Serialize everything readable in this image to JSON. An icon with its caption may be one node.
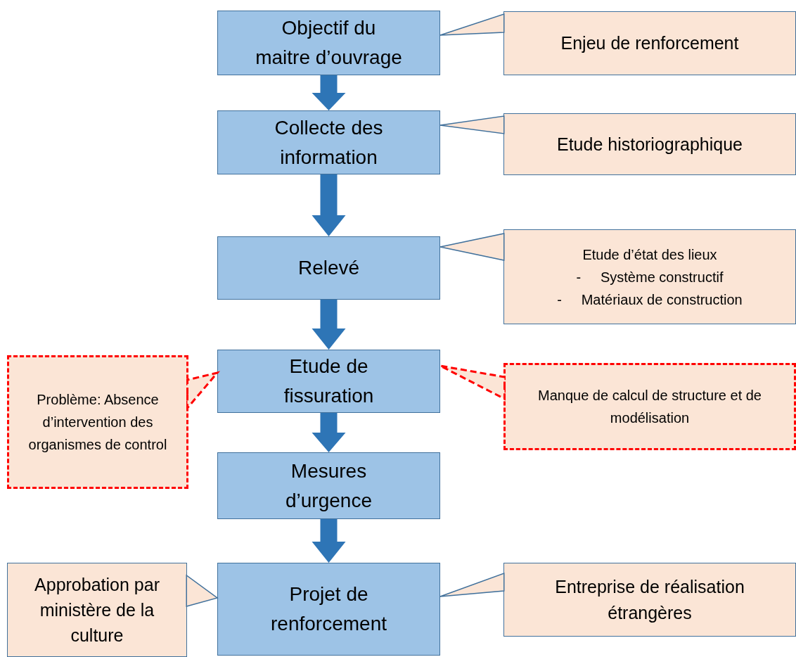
{
  "diagram": {
    "nodes": [
      {
        "text": [
          "Objectif du maitre d’ouvrage"
        ]
      },
      {
        "text": [
          "Enjeu de renforcement"
        ]
      },
      {
        "text": [
          "Collecte des information"
        ]
      },
      {
        "text": [
          "Etude historiographique"
        ]
      },
      {
        "text": [
          "Relevé"
        ]
      },
      {
        "text": [
          "Etude d’état des lieux",
          "-     Système constructif",
          "-     Matériaux de construction"
        ]
      },
      {
        "text": [
          "Problème: Absence d’intervention des organismes de control"
        ]
      },
      {
        "text": [
          "Etude de fissuration"
        ]
      },
      {
        "text": [
          "Manque de calcul de structure et de modélisation"
        ]
      },
      {
        "text": [
          "Mesures d’urgence"
        ]
      },
      {
        "text": [
          "Approbation par ministère de la culture"
        ]
      },
      {
        "text": [
          "Projet de renforcement"
        ]
      },
      {
        "text": [
          "Entreprise de réalisation étrangères"
        ]
      }
    ],
    "edges": [
      {
        "from": 0,
        "to": 2,
        "arrow": "to"
      },
      {
        "from": 2,
        "to": 4,
        "arrow": "to"
      },
      {
        "from": 4,
        "to": 7,
        "arrow": "to"
      },
      {
        "from": 7,
        "to": 9,
        "arrow": "to"
      },
      {
        "from": 9,
        "to": 11,
        "arrow": "to"
      },
      {
        "from": 1,
        "to": 0,
        "arrow": "to",
        "color": "#41719c"
      },
      {
        "from": 3,
        "to": 2,
        "arrow": "to",
        "color": "#41719c"
      },
      {
        "from": 5,
        "to": 4,
        "arrow": "to",
        "color": "#41719c"
      },
      {
        "from": 6,
        "to": 7,
        "arrow": "to",
        "style": "dashed",
        "color": "#ff0000"
      },
      {
        "from": 8,
        "to": 7,
        "arrow": "to",
        "style": "dashed",
        "color": "#ff0000"
      },
      {
        "from": 10,
        "to": 11,
        "arrow": "to",
        "color": "#41719c"
      },
      {
        "from": 12,
        "to": 11,
        "arrow": "to",
        "color": "#41719c"
      }
    ]
  }
}
